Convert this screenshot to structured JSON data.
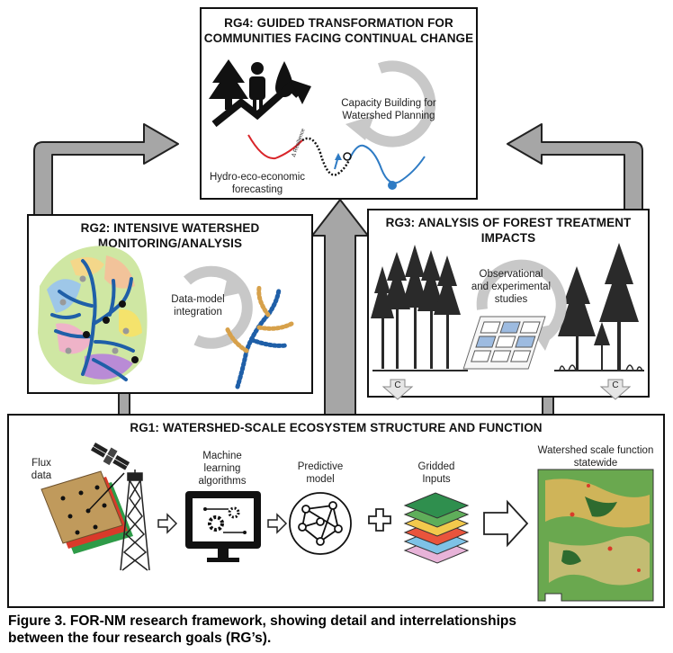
{
  "rg4": {
    "title_line1": "RG4: GUIDED TRANSFORMATION FOR",
    "title_line2": "COMMUNITIES FACING CONTINUAL CHANGE",
    "cycle_label_line1": "Capacity Building for",
    "cycle_label_line2": "Watershed Planning",
    "forecast_label_line1": "Hydro-eco-economic",
    "forecast_label_line2": "forecasting",
    "resilience_label": "Δ Resilience"
  },
  "rg2": {
    "title_line1": "RG2: INTENSIVE WATERSHED",
    "title_line2": "MONITORING/ANALYSIS",
    "cycle_label_line1": "Data-model",
    "cycle_label_line2": "integration"
  },
  "rg3": {
    "title_line1": "RG3: ANALYSIS OF FOREST TREATMENT",
    "title_line2": "IMPACTS",
    "cycle_label_line1": "Observational",
    "cycle_label_line2": "and experimental",
    "cycle_label_line3": "studies",
    "carbon_symbol": "C"
  },
  "rg1": {
    "title": "RG1: WATERSHED-SCALE ECOSYSTEM STRUCTURE AND FUNCTION",
    "flux_line1": "Flux",
    "flux_line2": "data",
    "ml_line1": "Machine",
    "ml_line2": "learning",
    "ml_line3": "algorithms",
    "pm_line1": "Predictive",
    "pm_line2": "model",
    "gi_line1": "Gridded",
    "gi_line2": "Inputs",
    "ws_line1": "Watershed scale function",
    "ws_line2": "statewide"
  },
  "caption": {
    "line1": "Figure 3. FOR-NM research framework, showing detail and interrelationships",
    "line2": "between the four research goals (RG’s)."
  },
  "colors": {
    "arrow_fill": "#a6a6a6",
    "arrow_stroke": "#222222",
    "cycle_gray": "#c8c8c8",
    "stream_blue": "#1f5fa8",
    "orange_trib": "#d7a14b",
    "red_curve": "#d9252a",
    "blue_curve": "#2e7bc4"
  },
  "icons": [
    "tree-icon",
    "person-icon",
    "water-drop-icon",
    "trend-arrow-icon",
    "satellite-icon",
    "flux-tower-icon",
    "computer-gears-icon",
    "network-model-icon",
    "plus-icon",
    "layers-icon",
    "new-mexico-map-icon"
  ]
}
